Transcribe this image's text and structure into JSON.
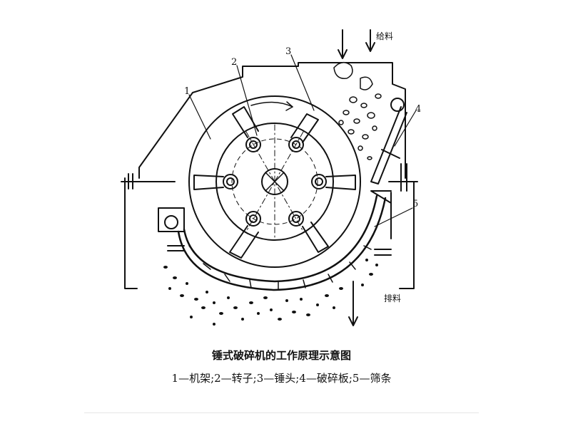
{
  "labels": {
    "part1": "1",
    "part2": "2",
    "part3": "3",
    "part4": "4",
    "part5": "5",
    "feed": "给料",
    "discharge": "排料"
  },
  "caption": {
    "title": "锤式破碎机的工作原理示意图",
    "legend": "1—机架;2—转子;3—锤头;4—破碎板;5—筛条"
  }
}
